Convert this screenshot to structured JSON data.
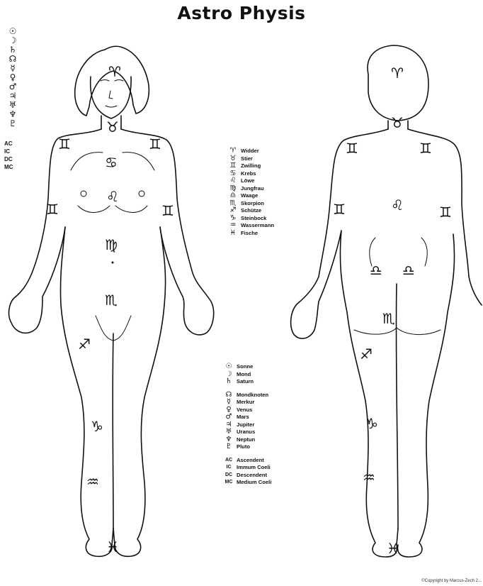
{
  "title": "Astro Physis",
  "left_column": {
    "glyphs": [
      {
        "name": "sun-icon",
        "glyph": "☉"
      },
      {
        "name": "moon-icon",
        "glyph": "☽"
      },
      {
        "name": "saturn-icon",
        "glyph": "♄"
      },
      {
        "name": "node-icon",
        "glyph": "☊"
      },
      {
        "name": "mercury-icon",
        "glyph": "☿"
      },
      {
        "name": "venus-icon",
        "glyph": "♀"
      },
      {
        "name": "mars-icon",
        "glyph": "♂"
      },
      {
        "name": "jupiter-icon",
        "glyph": "♃"
      },
      {
        "name": "uranus-icon",
        "glyph": "♅"
      },
      {
        "name": "neptune-icon",
        "glyph": "♆"
      },
      {
        "name": "pluto-icon",
        "glyph": "♇"
      }
    ],
    "abbreviations": [
      "AC",
      "IC",
      "DC",
      "MC"
    ]
  },
  "zodiac_legend": [
    {
      "glyph": "♈",
      "label": "Widder"
    },
    {
      "glyph": "♉",
      "label": "Stier"
    },
    {
      "glyph": "♊",
      "label": "Zwilling"
    },
    {
      "glyph": "♋",
      "label": "Krebs"
    },
    {
      "glyph": "♌",
      "label": "Löwe"
    },
    {
      "glyph": "♍",
      "label": "Jungfrau"
    },
    {
      "glyph": "♎",
      "label": "Waage"
    },
    {
      "glyph": "♏",
      "label": "Skorpion"
    },
    {
      "glyph": "♐",
      "label": "Schütze"
    },
    {
      "glyph": "♑",
      "label": "Steinbock"
    },
    {
      "glyph": "♒",
      "label": "Wassermann"
    },
    {
      "glyph": "♓",
      "label": "Fische"
    }
  ],
  "planet_legend": {
    "group1": [
      {
        "glyph": "☉",
        "label": "Sonne"
      },
      {
        "glyph": "☽",
        "label": "Mond"
      },
      {
        "glyph": "♄",
        "label": "Saturn"
      }
    ],
    "group2": [
      {
        "glyph": "☊",
        "label": "Mondknoten"
      },
      {
        "glyph": "☿",
        "label": "Merkur"
      },
      {
        "glyph": "♀",
        "label": "Venus"
      },
      {
        "glyph": "♂",
        "label": "Mars"
      },
      {
        "glyph": "♃",
        "label": "Jupiter"
      },
      {
        "glyph": "♅",
        "label": "Uranus"
      },
      {
        "glyph": "♆",
        "label": "Neptun"
      },
      {
        "glyph": "♇",
        "label": "Pluto"
      }
    ],
    "group3": [
      {
        "abbr": "AC",
        "label": "Ascendent"
      },
      {
        "abbr": "IC",
        "label": "Immum Coeli"
      },
      {
        "abbr": "DC",
        "label": "Descendent"
      },
      {
        "abbr": "MC",
        "label": "Medium Coeli"
      }
    ]
  },
  "body_marks": {
    "front": {
      "forehead": "♈",
      "neck": "♉",
      "shoulders": "♊",
      "chest": "♋",
      "heart": "♌",
      "abdomen": "♍",
      "pelvis": "♏",
      "thigh": "♐",
      "knee": "♑",
      "shin": "♒",
      "feet": "♓"
    },
    "back": {
      "head": "♈",
      "neck": "♉",
      "shoulders": "♊",
      "heart": "♌",
      "kidneys": "♎",
      "sacrum": "♏",
      "thigh": "♐",
      "knee": "♑",
      "calf": "♒",
      "feet": "♓"
    }
  },
  "copyright": "©Copyright by Marcus-Zech 2..."
}
